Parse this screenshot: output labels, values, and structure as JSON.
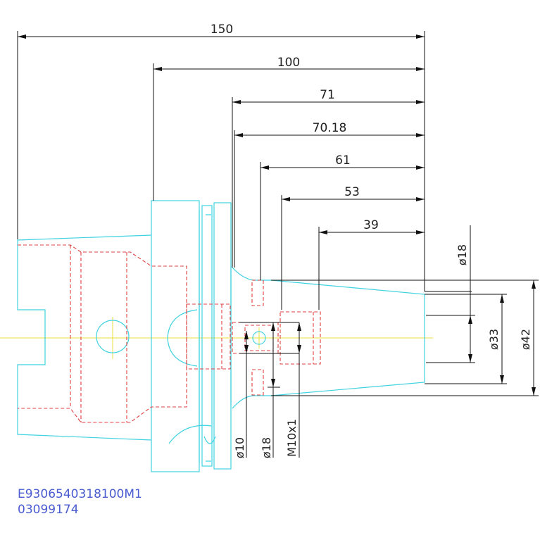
{
  "dimensions": {
    "horizontal": [
      "150",
      "100",
      "71",
      "70.18",
      "61",
      "53",
      "39"
    ],
    "vertical_right": [
      "ø18",
      "ø33",
      "ø42"
    ],
    "vertical_bottom": [
      "ø10",
      "ø18",
      "M10x1"
    ]
  },
  "part_code": {
    "line1": "E9306540318100M1",
    "line2": "03099174"
  },
  "colors": {
    "outline": "#3fd2e0",
    "hidden": "#e04040",
    "centerline": "#e8e040",
    "dimension": "#111111",
    "code_text": "#4a5cd0"
  }
}
